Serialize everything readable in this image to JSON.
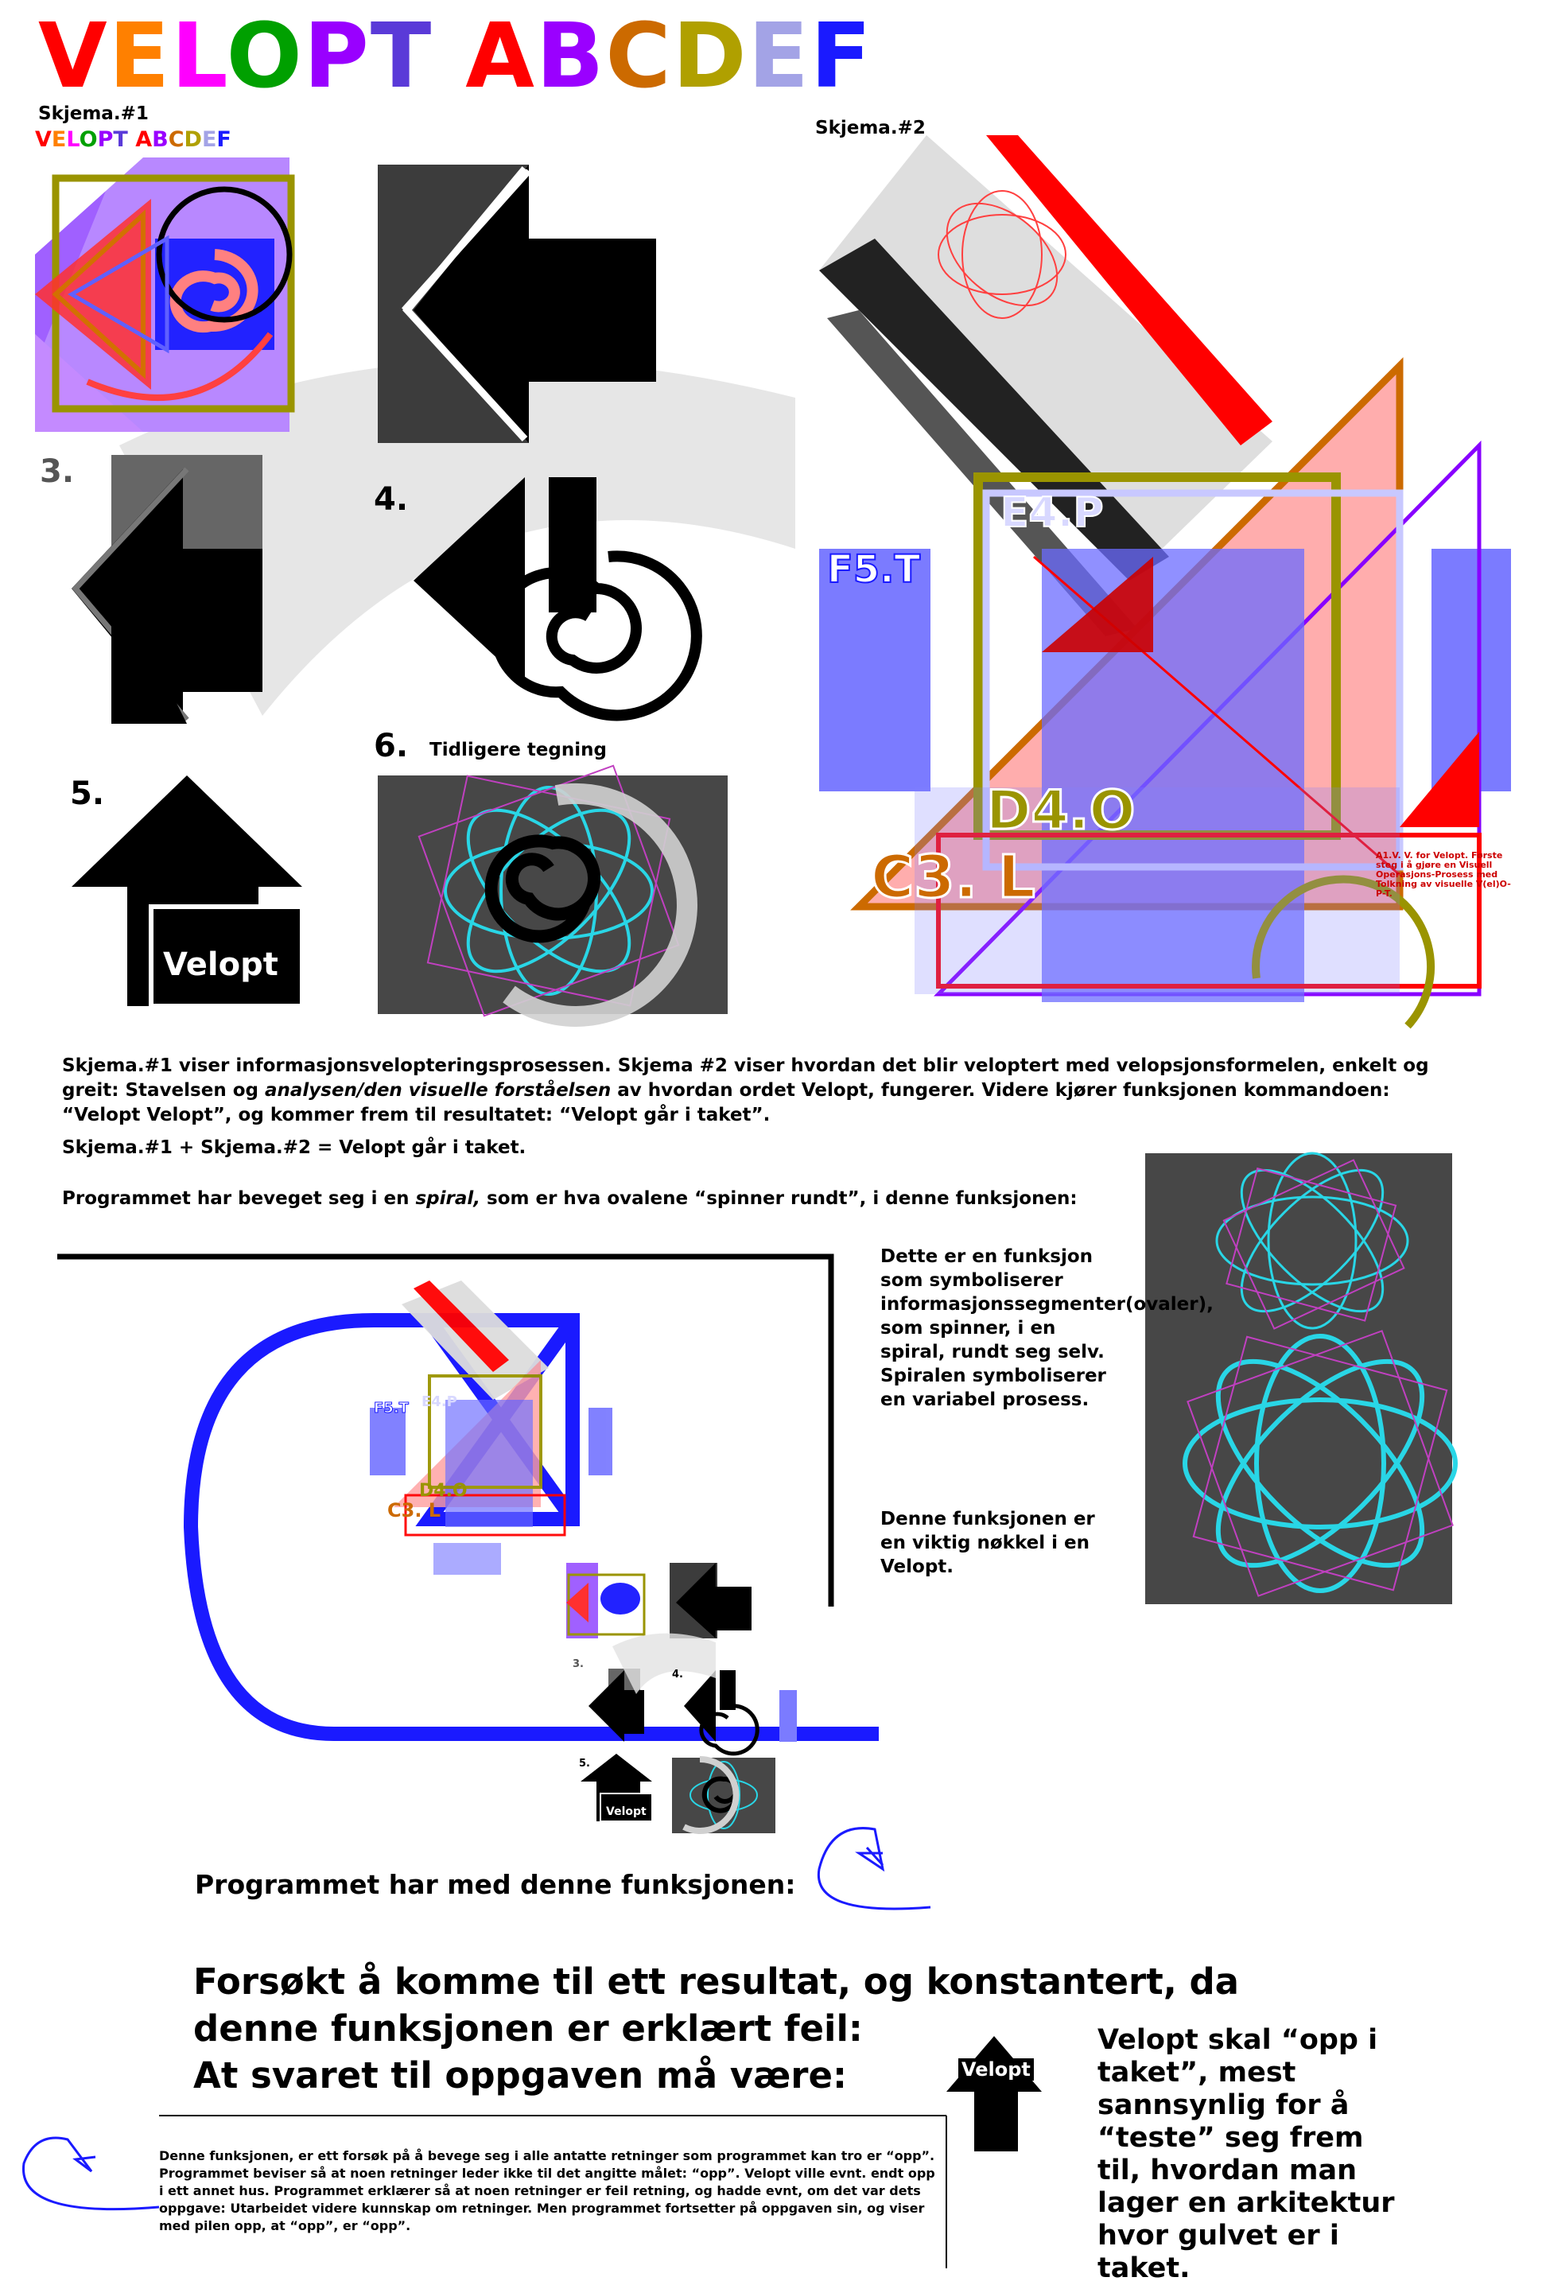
{
  "title": {
    "letters": [
      {
        "ch": "V",
        "color": "#ff0000"
      },
      {
        "ch": "E",
        "color": "#ff8000"
      },
      {
        "ch": "L",
        "color": "#ff00ff"
      },
      {
        "ch": "O",
        "color": "#00a000"
      },
      {
        "ch": "P",
        "color": "#9900ff"
      },
      {
        "ch": "T",
        "color": "#5a3ad8"
      },
      {
        "ch": " ",
        "color": "#000"
      },
      {
        "ch": "A",
        "color": "#ff0000"
      },
      {
        "ch": "B",
        "color": "#9a00ff"
      },
      {
        "ch": "C",
        "color": "#cc6a00"
      },
      {
        "ch": "D",
        "color": "#b0a000"
      },
      {
        "ch": "E",
        "color": "#a3a3e6"
      },
      {
        "ch": "F",
        "color": "#1a1aff"
      }
    ]
  },
  "schema1": {
    "label": "Skjema.#1",
    "subtitle": "VELOPT ABCDEF"
  },
  "schema2": {
    "label": "Skjema.#2",
    "tags": {
      "f5": "F5.T",
      "e4": "E4.P",
      "d4": "D4.O",
      "c3": "C3. L"
    },
    "note": "A1.V. V. for Velopt. Første steg i å gjøre en Visuell Operasjons-Prosess med Tolkning av visuelle V(el)O-P-T."
  },
  "figures": {
    "n3": "3.",
    "n4": "4.",
    "n5": "5.",
    "n6": "6.",
    "n6_caption": "Tidligere tegning",
    "arrow_label": "Velopt"
  },
  "body": {
    "p1": "Skjema.#1 viser informasjonsvelopteringsprosessen. Skjema #2 viser hvordan det blir veloptert med velopsjonsformelen, enkelt og greit: Stavelsen og ",
    "p1_em": "analysen/den visuelle forståelsen",
    "p1_end": " av hvordan ordet Velopt, fungerer. Videre kjører funksjonen kommandoen: “Velopt Velopt”, og kommer frem til resultatet: “Velopt går i taket”.",
    "p2": "Skjema.#1 + Skjema.#2 = Velopt går i taket.",
    "p3_a": "Programmet har beveget seg i en ",
    "p3_em": "spiral,",
    "p3_b": " som er hva ovalene “spinner rundt”, i denne funksjonen:"
  },
  "sidebar": {
    "p1": "Dette er en funksjon som symboliserer informasjonssegmenter(ovaler), som spinner, i en spiral, rundt seg selv. Spiralen symboliserer en variabel prosess.",
    "p2": "Denne funksjonen er en viktig nøkkel i en Velopt."
  },
  "mini": {
    "n3": "3.",
    "n4": "4.",
    "n5": "5.",
    "f5": "F5.T",
    "e4": "E4.P",
    "d4": "D4.O",
    "c3": "C3. L",
    "velopt": "Velopt"
  },
  "result": {
    "label": "Programmet har med denne funksjonen:",
    "big1": "Forsøkt å komme til ett resultat, og konstantert, da",
    "big2": "denne funksjonen er erklært feil:",
    "big3": "At svaret til oppgaven må være:",
    "arrow_label": "Velopt",
    "right": "Velopt skal “opp i taket”, mest sannsynlig for å “teste” seg frem til, hvordan man lager en arkitektur hvor gulvet er i taket.",
    "note": "Denne funksjonen, er ett forsøk på å bevege seg i alle antatte retninger som programmet kan tro er “opp”. Programmet beviser så at noen retninger leder ikke til det angitte målet: “opp”. Velopt ville evnt. endt opp i ett annet hus. Programmet erklærer så at noen retninger er feil retning, og hadde evnt, om det var dets oppgave: Utarbeidet videre kunnskap om retninger. Men programmet fortsetter på oppgaven sin, og viser med pilen opp, at “opp”, er “opp”."
  }
}
